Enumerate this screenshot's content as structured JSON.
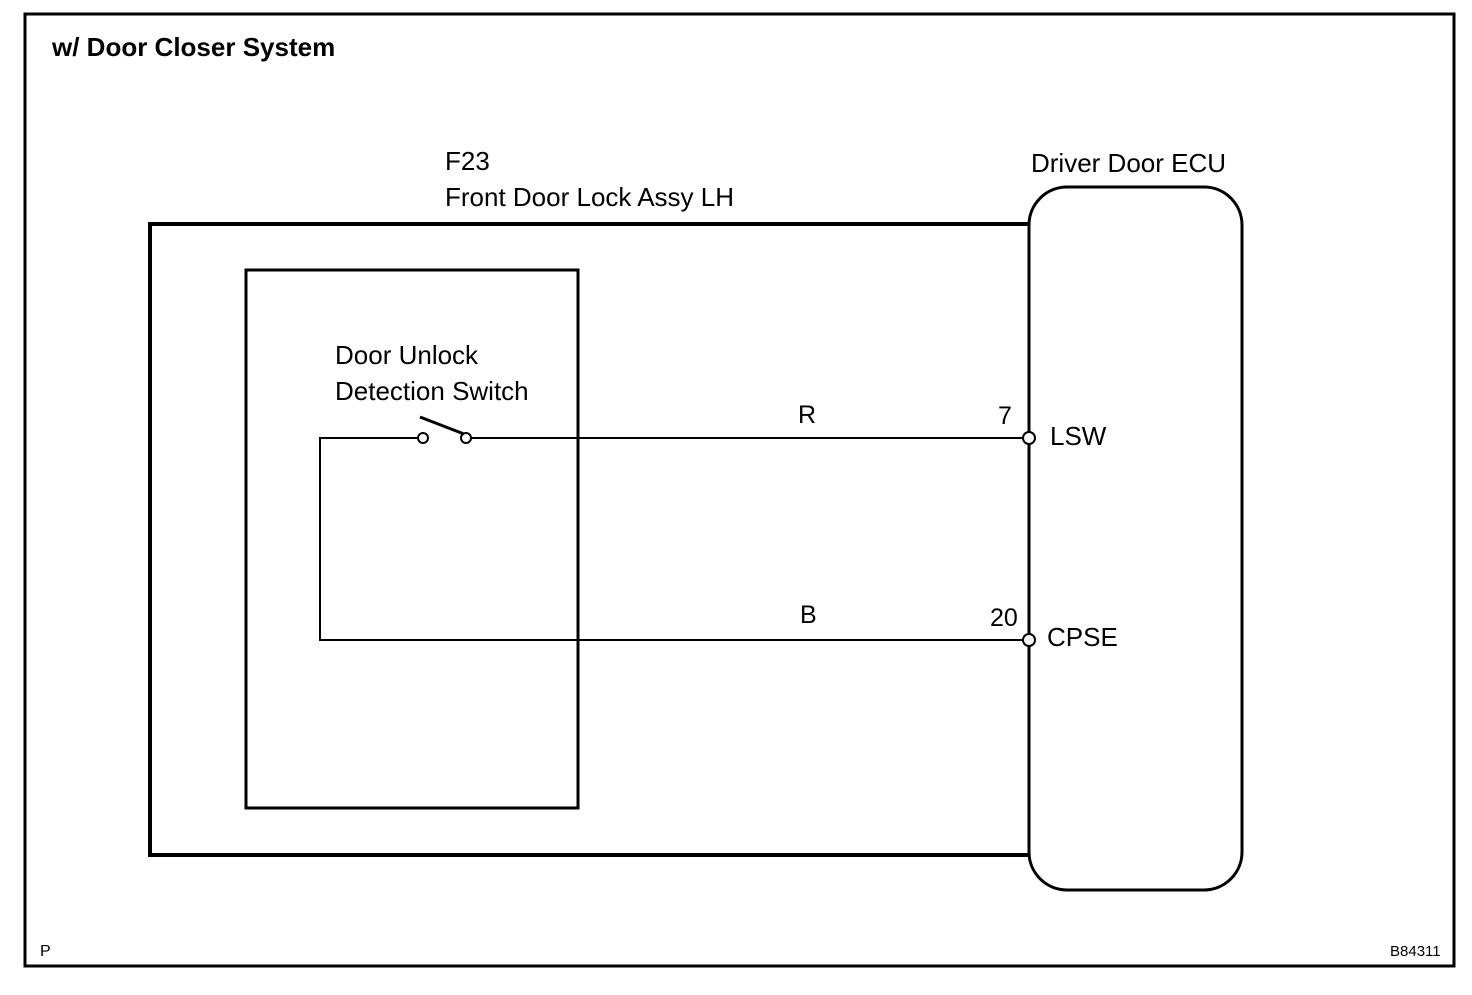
{
  "title": "w/ Door Closer System",
  "connector": {
    "code": "F23",
    "name": "Front Door Lock Assy LH"
  },
  "ecu": {
    "name": "Driver Door ECU"
  },
  "switch": {
    "label_line1": "Door Unlock",
    "label_line2": "Detection Switch"
  },
  "wires": [
    {
      "color": "R",
      "pin": "7",
      "terminal": "LSW"
    },
    {
      "color": "B",
      "pin": "20",
      "terminal": "CPSE"
    }
  ],
  "footer": {
    "left_mark": "P",
    "figure_id": "B84311"
  }
}
